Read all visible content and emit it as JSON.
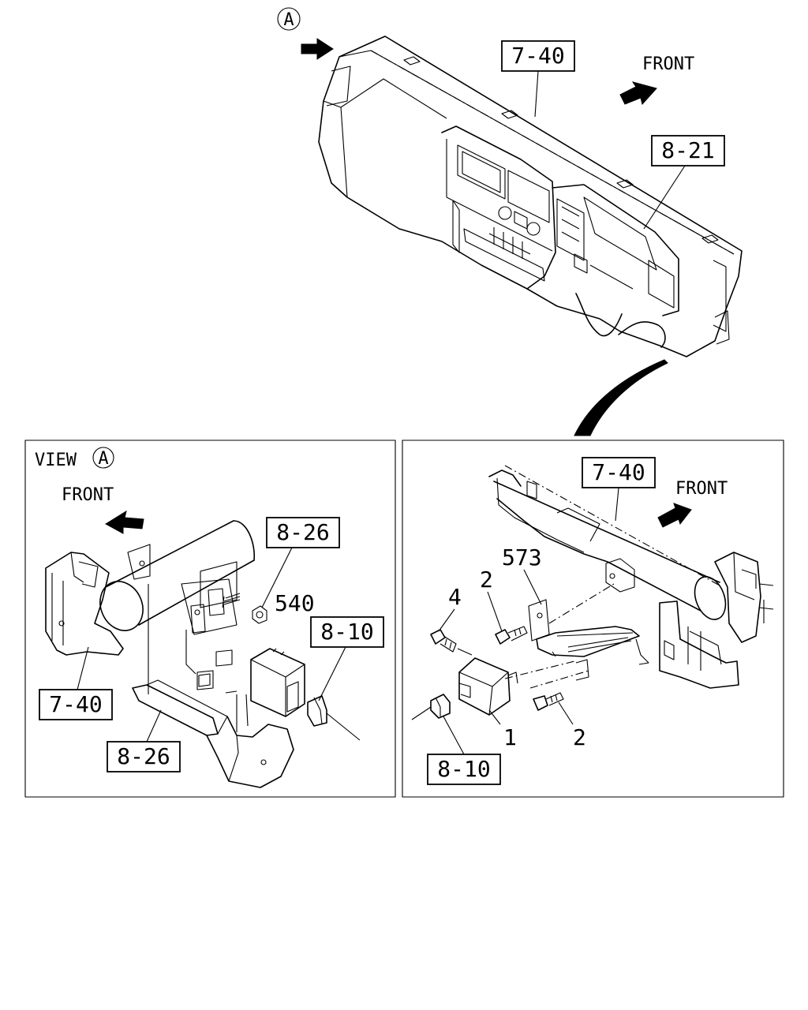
{
  "marker_a": "A",
  "top_view": {
    "ref_7_40": "7-40",
    "ref_8_21": "8-21",
    "front": "FRONT"
  },
  "left_panel": {
    "view_label": "VIEW",
    "view_marker": "A",
    "front": "FRONT",
    "ref_8_26_top": "8-26",
    "part_540": "540",
    "ref_8_10": "8-10",
    "ref_7_40": "7-40",
    "ref_8_26_bottom": "8-26"
  },
  "right_panel": {
    "ref_7_40": "7-40",
    "front": "FRONT",
    "part_573": "573",
    "part_2_upper": "2",
    "part_4": "4",
    "part_1": "1",
    "part_2_lower": "2",
    "ref_8_10": "8-10"
  }
}
